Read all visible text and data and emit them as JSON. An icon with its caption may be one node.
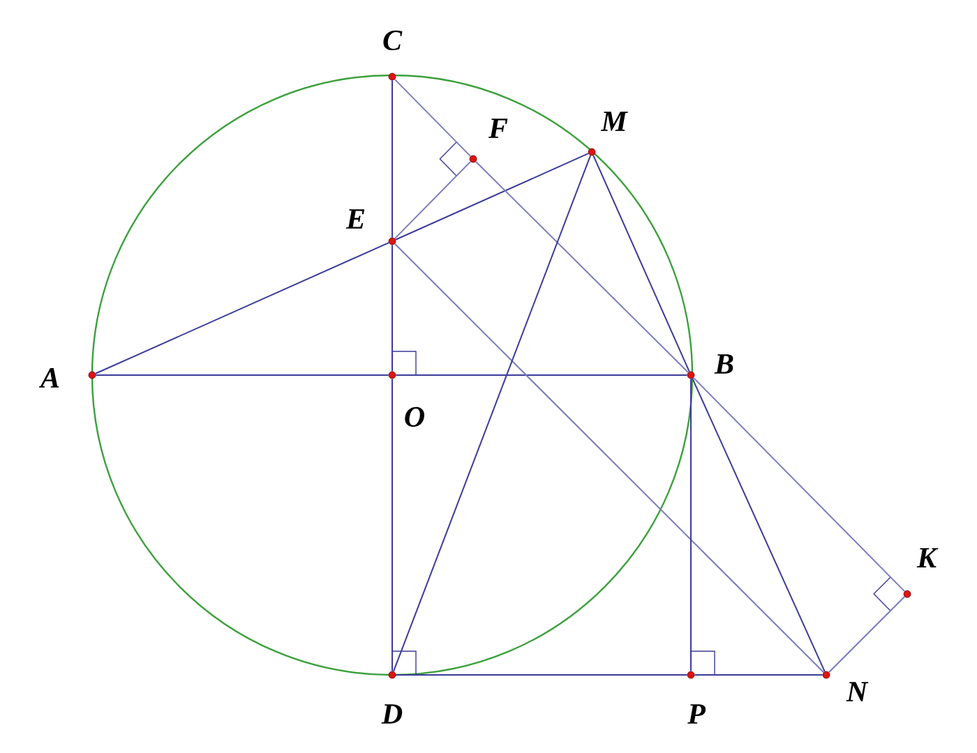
{
  "diagram": {
    "nodes": [
      {
        "text": [
          "A"
        ]
      },
      {
        "text": [
          "B"
        ]
      },
      {
        "text": [
          "C"
        ]
      },
      {
        "text": [
          "D"
        ]
      },
      {
        "text": [
          "E"
        ]
      },
      {
        "text": [
          "F"
        ]
      },
      {
        "text": [
          "M"
        ]
      },
      {
        "text": [
          "N"
        ]
      },
      {
        "text": [
          "O"
        ]
      },
      {
        "text": [
          "P"
        ]
      },
      {
        "text": [
          "K"
        ]
      }
    ],
    "edges": [
      {
        "from": 2,
        "to": 4,
        "arrow": "none"
      },
      {
        "from": 4,
        "to": 8,
        "arrow": "none"
      },
      {
        "from": 8,
        "to": 3,
        "arrow": "none"
      },
      {
        "from": 0,
        "to": 8,
        "arrow": "none"
      },
      {
        "from": 8,
        "to": 1,
        "arrow": "none"
      },
      {
        "from": 0,
        "to": 4,
        "arrow": "none"
      },
      {
        "from": 4,
        "to": 6,
        "arrow": "none"
      },
      {
        "from": 2,
        "to": 5,
        "arrow": "none",
        "color": "#7a7cbf"
      },
      {
        "from": 5,
        "to": 1,
        "arrow": "none",
        "color": "#7a7cbf"
      },
      {
        "from": 1,
        "to": 10,
        "arrow": "none",
        "color": "#7a7cbf"
      },
      {
        "from": 4,
        "to": 7,
        "arrow": "none",
        "color": "#7a7cbf"
      },
      {
        "from": 3,
        "to": 6,
        "arrow": "none"
      },
      {
        "from": 6,
        "to": 1,
        "arrow": "none"
      },
      {
        "from": 1,
        "to": 7,
        "arrow": "none"
      },
      {
        "from": 1,
        "to": 9,
        "arrow": "none"
      },
      {
        "from": 3,
        "to": 9,
        "arrow": "none"
      },
      {
        "from": 9,
        "to": 7,
        "arrow": "none"
      },
      {
        "from": 7,
        "to": 10,
        "arrow": "none",
        "color": "#7a7cbf"
      },
      {
        "from": 4,
        "to": 5,
        "arrow": "none",
        "color": "#7a7cbf"
      }
    ]
  }
}
